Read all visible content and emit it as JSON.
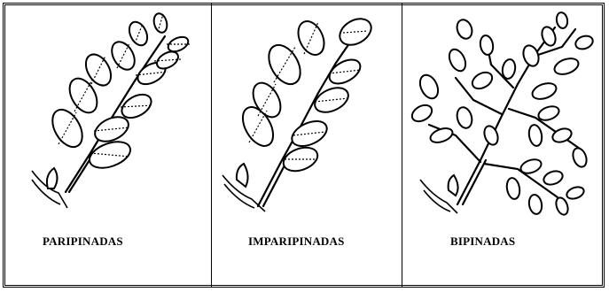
{
  "panels": [
    {
      "label": "PARIPINADAS",
      "icon": "paripinnate-leaf-icon"
    },
    {
      "label": "IMPARIPINADAS",
      "icon": "imparipinnate-leaf-icon"
    },
    {
      "label": "BIPINADAS",
      "icon": "bipinnate-leaf-icon"
    }
  ]
}
